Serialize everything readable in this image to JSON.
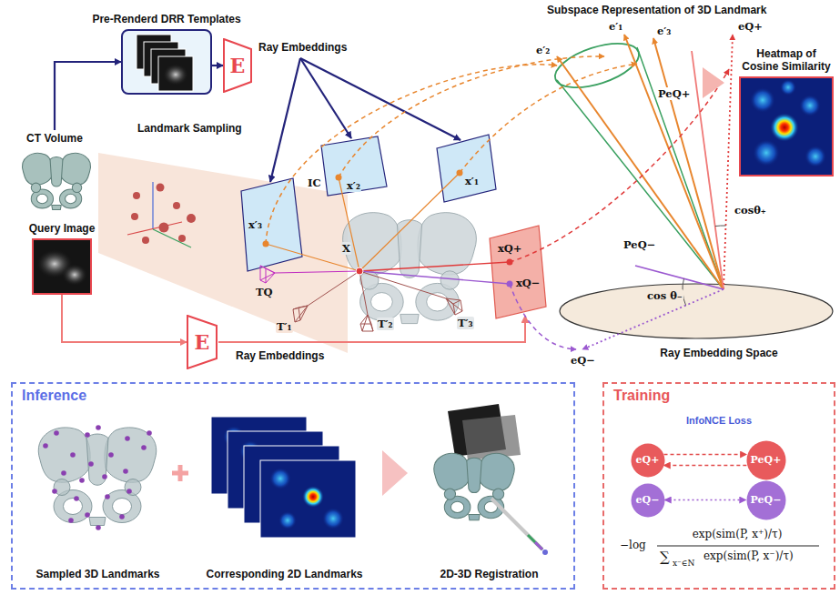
{
  "diagram": {
    "nodes": [
      {
        "text": [
          "CT Volume"
        ]
      },
      {
        "text": [
          "Pre-Renderd DRR Templates"
        ]
      },
      {
        "text": [
          "E"
        ]
      },
      {
        "text": [
          "Query Image"
        ]
      },
      {
        "text": [
          "E"
        ]
      },
      {
        "text": [
          "Heatmap of Cosine Similarity"
        ]
      },
      {
        "text": [
          "Inference"
        ]
      },
      {
        "text": [
          "Sampled 3D Landmarks"
        ],
        "in": 6
      },
      {
        "text": [
          "Corresponding 2D Landmarks"
        ],
        "in": 6
      },
      {
        "text": [
          "2D-3D Registration"
        ],
        "in": 6
      },
      {
        "text": [
          "Training"
        ]
      },
      {
        "text": [
          "eQ+"
        ],
        "in": 10
      },
      {
        "text": [
          "PeQ+"
        ],
        "in": 10
      },
      {
        "text": [
          "eQ−"
        ],
        "in": 10
      },
      {
        "text": [
          "PeQ−"
        ],
        "in": 10
      }
    ],
    "edges": [
      {
        "from": 0,
        "to": 1,
        "arrow": "to"
      },
      {
        "from": 1,
        "to": 2,
        "arrow": "to"
      },
      {
        "from": 3,
        "to": 4,
        "arrow": "to"
      },
      {
        "from": 11,
        "to": 12,
        "arrow": "to"
      },
      {
        "from": 12,
        "to": 11,
        "arrow": "to"
      },
      {
        "from": 13,
        "to": 14,
        "arrow": "both"
      }
    ],
    "labels": [
      "Ray Embeddings",
      "Landmark Sampling",
      "IC",
      "x′₃",
      "x′₂",
      "x′₁",
      "X",
      "xQ+",
      "xQ−",
      "TQ",
      "T′₁",
      "T′₂",
      "T′₃",
      "Ray Embeddings",
      "Subspace Representation of 3D Landmark",
      "e′₁",
      "e′₃",
      "e′₂",
      "eQ+",
      "PeQ+",
      "cosθ₊",
      "PeQ−",
      "cos θ₋",
      "eQ−",
      "Ray Embedding Space",
      "InfoNCE Loss",
      "−log",
      "exp(sim(P, x⁺)/τ)",
      "∑",
      "x⁻∈N",
      "exp(sim(P, x⁻)/τ)"
    ]
  }
}
